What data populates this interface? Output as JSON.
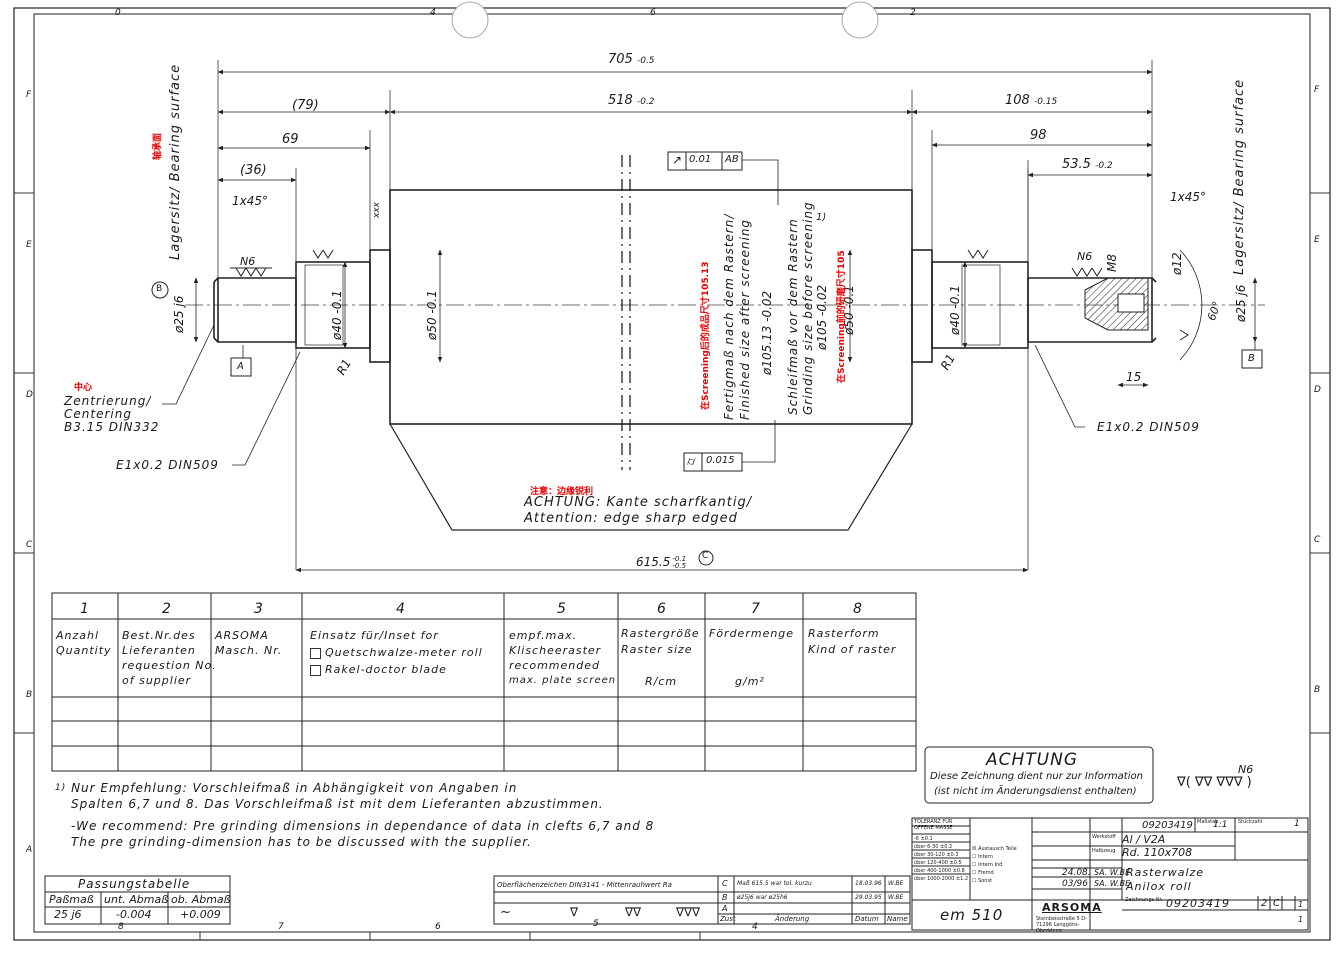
{
  "dimensions": {
    "overall": "705",
    "overall_tol": "-0.5",
    "d79": "(79)",
    "d518": "518",
    "d518_tol": "-0.2",
    "d108": "108",
    "d108_tol": "-0.15",
    "d69": "69",
    "d98": "98",
    "d36": "(36)",
    "d53": "53.5",
    "d53_tol": "-0.2",
    "chamfer_left": "1x45°",
    "chamfer_right": "1x45°",
    "d615": "615.5",
    "d615_tol_up": "-0.1",
    "d615_tol_low": "-0.5",
    "c_mark": "C",
    "d15": "15",
    "angle60": "60°",
    "dia12": "ø12",
    "m8": "M8",
    "dia25_left": "ø25 j6",
    "dia25_right": "ø25 j6",
    "dia40_left": "ø40 -0.1",
    "dia40_right": "ø40 -0.1",
    "dia50_left": "ø50 -0.1",
    "dia50_right": "ø50 -0.1",
    "dia105_13": "ø105.13 -0.02",
    "dia105": "ø105 -0.02",
    "r1_left": "R1",
    "r1_right": "R1",
    "xxx": "xxx",
    "n6_left": "N6",
    "n6_right": "N6"
  },
  "annotations": {
    "bearing_left": "Lagersitz/ Bearing surface",
    "bearing_right": "Lagersitz/ Bearing surface",
    "centering": [
      "Zentrierung/",
      "Centering",
      "B3.15 DIN332"
    ],
    "e1_left": "E1x0.2 DIN509",
    "e1_right": "E1x0.2 DIN509",
    "finished_size": [
      "Fertigmaß nach dem Rastern/",
      "Finished size after screening"
    ],
    "grinding_size": [
      "Schleifmaß vor dem Rastern",
      "Grinding size before screening"
    ],
    "footnote_mark": "1)",
    "runout_tol": "0.01",
    "runout_ref": "AB",
    "cyl_tol": "0.015",
    "datum_a": "A",
    "datum_b": "B",
    "datum_b_circle": "B",
    "achtung": [
      "ACHTUNG: Kante scharfkantig/",
      "Attention: edge sharp edged"
    ]
  },
  "red_notes": {
    "bearing": "轴承面",
    "center": "中心",
    "finished": "在Screening后的成品尺寸105.13",
    "grinding": "在Screening前的研磨尺寸105",
    "edge": "注意：边缘锐利"
  },
  "border": {
    "top": [
      "0",
      "4",
      "6",
      "2"
    ],
    "bottom": [
      "8",
      "7",
      "6",
      "5",
      "4"
    ],
    "left": [
      "F",
      "E",
      "D",
      "C",
      "B",
      "A"
    ],
    "right": [
      "F",
      "E",
      "D",
      "C",
      "B"
    ]
  },
  "spec_table": {
    "columns": [
      {
        "num": "1",
        "text": [
          "Anzahl",
          "Quantity"
        ]
      },
      {
        "num": "2",
        "text": [
          "Best.Nr.des",
          "Lieferanten",
          "requestion No.",
          "of supplier"
        ]
      },
      {
        "num": "3",
        "text": [
          "ARSOMA",
          "Masch. Nr."
        ]
      },
      {
        "num": "4",
        "text": [
          "Einsatz für/Inset for"
        ],
        "options": [
          "Quetschwalze-meter roll",
          "Rakel-doctor blade"
        ]
      },
      {
        "num": "5",
        "text": [
          "empf.max.",
          "Klischeeraster",
          "recommended",
          "max. plate screen"
        ]
      },
      {
        "num": "6",
        "text": [
          "Rastergröße",
          "Raster size",
          "",
          "R/cm"
        ]
      },
      {
        "num": "7",
        "text": [
          "Fördermenge",
          "",
          "",
          "g/m²"
        ]
      },
      {
        "num": "8",
        "text": [
          "Rasterform",
          "Kind of raster"
        ]
      }
    ]
  },
  "footnote": {
    "de": [
      "Nur Empfehlung: Vorschleifmaß in Abhängigkeit von Angaben in",
      "Spalten 6,7 und 8. Das Vorschleifmaß ist mit dem Lieferanten abzustimmen."
    ],
    "en": [
      "-We recommend: Pre grinding dimensions in dependance of data in clefts 6,7 and 8",
      "The pre grinding-dimension has to be discussed with the supplier."
    ]
  },
  "passung": {
    "title": "Passungstabelle",
    "headers": [
      "Paßmaß",
      "unt. Abmaß",
      "ob. Abmaß"
    ],
    "row": [
      "25 j6",
      "-0.004",
      "+0.009"
    ]
  },
  "achtung_box": {
    "title": "ACHTUNG",
    "lines": [
      "Diese Zeichnung dient nur zur Information",
      "(ist nicht im Änderungsdienst enthalten)"
    ],
    "surface_symbols": "∇( ∇∇ ∇∇∇ )",
    "surface_n6": "N6"
  },
  "surface_table": {
    "title": "Oberflächenzeichen DIN3141 - Mittenrauhwert Ra",
    "symbols": [
      "~",
      "∇",
      "∇∇",
      "∇∇∇"
    ],
    "changes": [
      {
        "idx": "C",
        "text": "Maß 615.5 war tol. kurzu",
        "date": "18.03.96",
        "name": "W.BE"
      },
      {
        "idx": "B",
        "text": "ø25j6 war ø25h6",
        "date": "29.03.95",
        "name": "W.BE"
      },
      {
        "idx": "A",
        "text": "",
        "date": "",
        "name": ""
      }
    ],
    "change_headers": [
      "Zust",
      "Änderung",
      "Datum",
      "Name"
    ]
  },
  "title_block": {
    "tolerance_title": [
      "TOLERANZ FÜR",
      "OFFENE MASSE"
    ],
    "tolerance_rows": [
      "-6 ±0.1",
      "über 6-30 ±0.2",
      "über 30-120 ±0.3",
      "über 120-400 ±0.5",
      "über 400-1000 ±0.8",
      "über 1000-2000 ±1.2"
    ],
    "material_label": "Werkstoff",
    "material": "Al / V2A",
    "scale_label": "Maßstab",
    "scale": "1:1",
    "sheet_label": "Stückzahl",
    "sheet": "1",
    "drawing_no_label": "Zeichnungs-Nr.",
    "drawing_no": "09203419",
    "dimensions_label": "Halbzeug",
    "dimensions": "Rd. 110x708",
    "drawn": "24.08.",
    "checked": "03/96",
    "drawn_by": "SA. W.BE",
    "checked_by": "SA. W.BE",
    "title_de": "Rasterwalze",
    "title_en": "Anilox roll",
    "company": "ARSOMA",
    "address": "Steinbeisstraße 5 D-71296 Langgöns-Oberkleen",
    "em_label": "em 510",
    "revision": "2",
    "revision_letter": "C",
    "blatt": "1",
    "blatt_total": "1",
    "status_title": "Status",
    "status_options": [
      "Austausch Teile",
      "Intern",
      "Intern Ind",
      "Fremd",
      "Sonst"
    ]
  }
}
